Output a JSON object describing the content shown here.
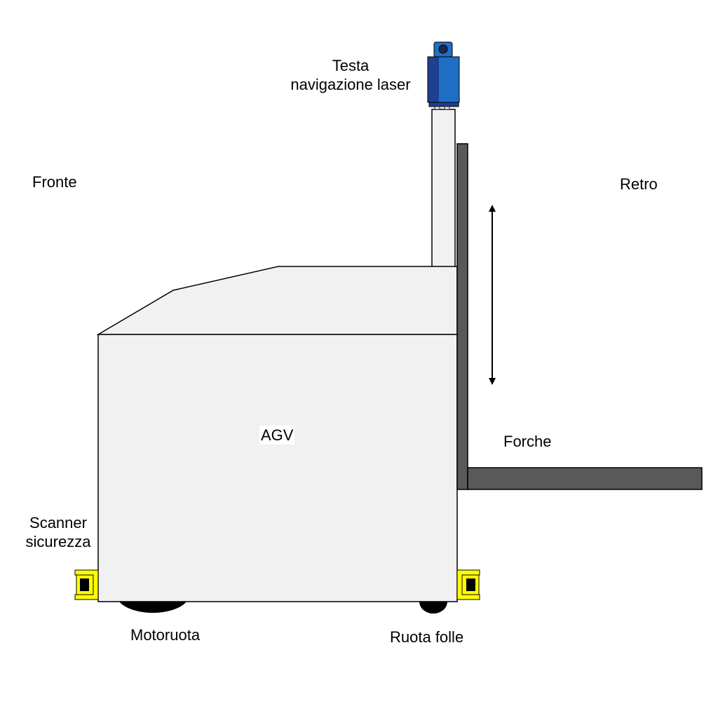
{
  "labels": {
    "laser_head_line1": "Testa",
    "laser_head_line2": "navigazione laser",
    "front": "Fronte",
    "back": "Retro",
    "agv": "AGV",
    "forks": "Forche",
    "safety_scanner_line1": "Scanner",
    "safety_scanner_line2": "sicurezza",
    "drive_wheel": "Motoruota",
    "idler_wheel": "Ruota folle"
  },
  "colors": {
    "body_fill": "#f1f1f1",
    "outline": "#000000",
    "fork_fill": "#595959",
    "scanner_yellow": "#ffff00",
    "laser_blue": "#1f6fc4",
    "laser_dark_blue": "#1f3f8f",
    "wheel": "#000000"
  }
}
